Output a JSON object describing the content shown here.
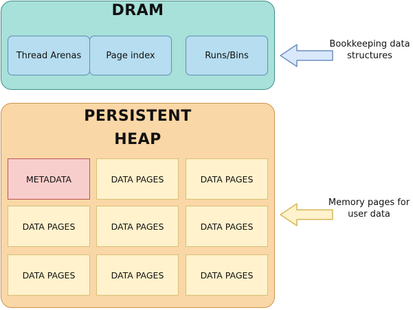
{
  "dram": {
    "title": "DRAM",
    "boxes": [
      "Thread Arenas",
      "Page index",
      "Runs/Bins"
    ]
  },
  "heap": {
    "title_line1": "PERSISTENT",
    "title_line2": "HEAP",
    "grid": [
      [
        "METADATA",
        "DATA PAGES",
        "DATA PAGES"
      ],
      [
        "DATA PAGES",
        "DATA PAGES",
        "DATA PAGES"
      ],
      [
        "DATA PAGES",
        "DATA PAGES",
        "DATA PAGES"
      ]
    ]
  },
  "notes": {
    "bookkeeping_line1": "Bookkeeping data",
    "bookkeeping_line2": "structures",
    "memory_line1": "Memory pages for",
    "memory_line2": "user data"
  },
  "colors": {
    "dram_fill": "#a8e0da",
    "dram_box_fill": "#b6ddf0",
    "heap_fill": "#fad7a6",
    "page_fill": "#fff2cc",
    "metadata_fill": "#f8cecc",
    "arrow_blue": "#dae8fc",
    "arrow_yellow": "#fff2cc"
  }
}
